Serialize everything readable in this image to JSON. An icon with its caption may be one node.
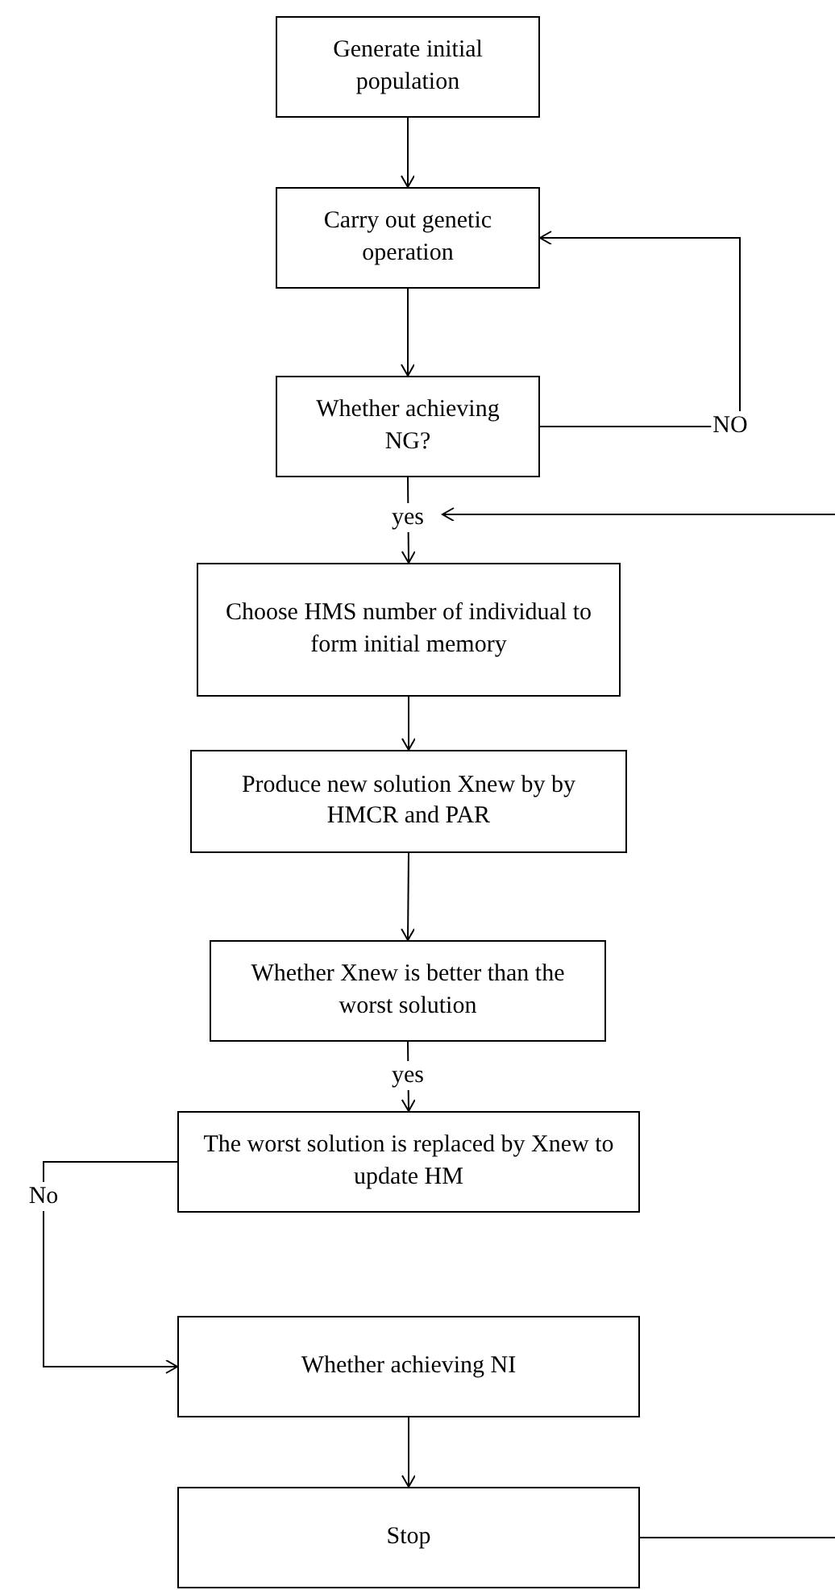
{
  "diagram": {
    "nodes": [
      {
        "text": [
          "Generate initial population"
        ]
      },
      {
        "text": [
          "Carry out genetic operation"
        ]
      },
      {
        "text": [
          "Whether achieving NG?"
        ]
      },
      {
        "text": [
          "Choose HMS number of individual to form initial memory"
        ]
      },
      {
        "text": [
          "Produce new solution Xnew by by HMCR and PAR"
        ]
      },
      {
        "text": [
          "Whether Xnew is better than the worst solution"
        ]
      },
      {
        "text": [
          "The worst solution is replaced by Xnew to update HM"
        ]
      },
      {
        "text": [
          "Whether achieving NI"
        ]
      },
      {
        "text": [
          "Stop"
        ]
      }
    ],
    "edges": [
      {
        "from": 0,
        "to": 1,
        "arrow": "to"
      },
      {
        "from": 1,
        "to": 2,
        "arrow": "to"
      },
      {
        "from": 2,
        "to": 1,
        "arrow": "to",
        "label": "NO"
      },
      {
        "from": 2,
        "to": 3,
        "arrow": "to",
        "label": "yes"
      },
      {
        "from": null,
        "to": 3,
        "arrow": "to"
      },
      {
        "from": 3,
        "to": 4,
        "arrow": "to"
      },
      {
        "from": 4,
        "to": 5,
        "arrow": "to"
      },
      {
        "from": 5,
        "to": 6,
        "arrow": "to",
        "label": "yes"
      },
      {
        "from": 6,
        "to": 7,
        "arrow": "to",
        "label": "No"
      },
      {
        "from": 7,
        "to": 8,
        "arrow": "to"
      },
      {
        "from": 8,
        "to": null,
        "arrow": "none"
      }
    ]
  }
}
